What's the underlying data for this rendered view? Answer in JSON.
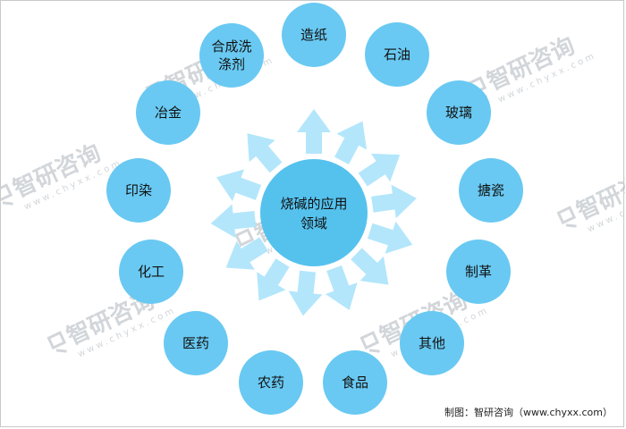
{
  "center": {
    "line1": "烧碱的应用",
    "line2": "领域"
  },
  "nodes": [
    {
      "id": "zaozhi",
      "lines": [
        "造纸"
      ]
    },
    {
      "id": "shiyou",
      "lines": [
        "石油"
      ]
    },
    {
      "id": "boli",
      "lines": [
        "玻璃"
      ]
    },
    {
      "id": "tangci",
      "lines": [
        "搪瓷"
      ]
    },
    {
      "id": "zhige",
      "lines": [
        "制革"
      ]
    },
    {
      "id": "qita",
      "lines": [
        "其他"
      ]
    },
    {
      "id": "shipin",
      "lines": [
        "食品"
      ]
    },
    {
      "id": "nongyao",
      "lines": [
        "农药"
      ]
    },
    {
      "id": "yiyao",
      "lines": [
        "医药"
      ]
    },
    {
      "id": "huagong",
      "lines": [
        "化工"
      ]
    },
    {
      "id": "yinran",
      "lines": [
        "印染"
      ]
    },
    {
      "id": "yejin",
      "lines": [
        "冶金"
      ]
    },
    {
      "id": "hechengxidi",
      "lines": [
        "合成洗",
        "涤剂"
      ]
    }
  ],
  "watermark": {
    "brand": "智研咨询",
    "url": "www.chyxx.com"
  },
  "source": "制图：智研咨询（www.chyxx.com）",
  "colors": {
    "node": "#69c9f2",
    "center": "#55c2ee",
    "arrow": "#b3e6fb"
  }
}
